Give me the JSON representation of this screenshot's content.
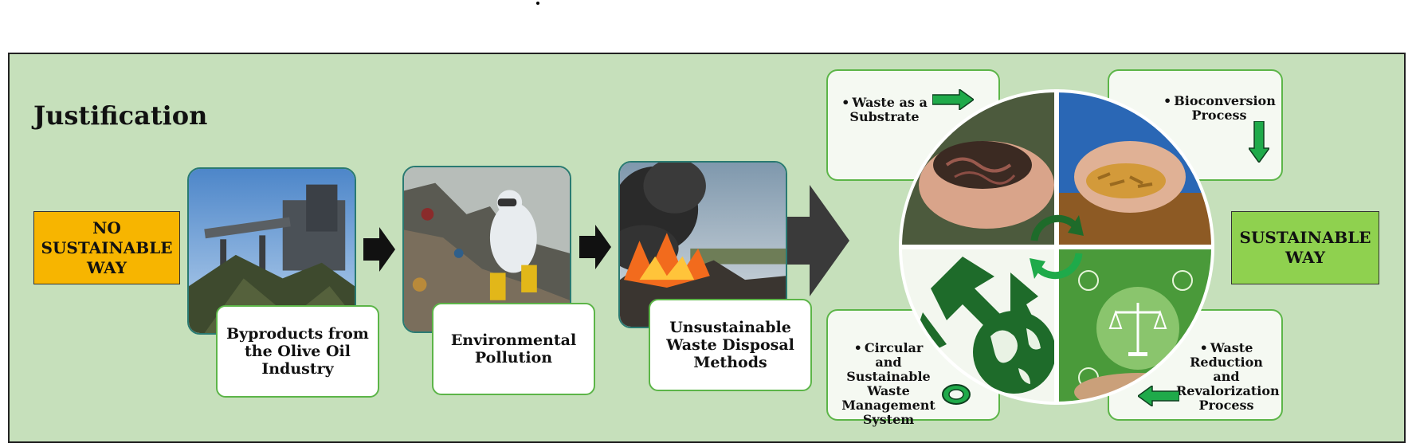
{
  "title": "Justification",
  "start_state": "NO SUSTAINABLE WAY",
  "end_state": "SUSTAINABLE WAY",
  "steps": [
    {
      "label": "Byproducts from the Olive Oil Industry"
    },
    {
      "label": "Environmental Pollution"
    },
    {
      "label": "Unsustainable Waste Disposal Methods"
    }
  ],
  "cycle": [
    {
      "label": "Waste as a Substrate"
    },
    {
      "label": "Bioconversion Process"
    },
    {
      "label": "Waste Reduction and Revalorization Process"
    },
    {
      "label": "Circular and Sustainable Waste Management System"
    }
  ],
  "colors": {
    "panel_bg": "#c6e0bb",
    "no_sustainable": "#f7b500",
    "sustainable": "#8fd14f",
    "label_border": "#5cb548",
    "arrow_green": "#1faa4a",
    "recycle_green": "#1e6b2a"
  }
}
